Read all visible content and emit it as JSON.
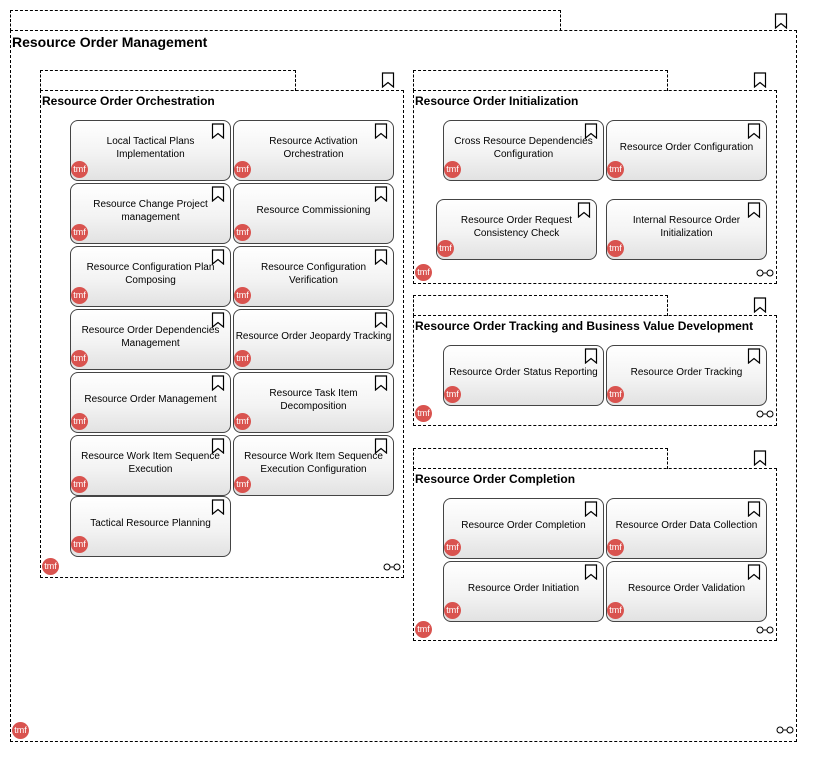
{
  "diagram": {
    "root": {
      "title": "Resource Order Management",
      "badge": "tmf"
    },
    "groups": {
      "orchestration": {
        "title": "Resource Order Orchestration",
        "badge": "tmf",
        "items": [
          "Local Tactical Plans Implementation",
          "Resource Activation Orchestration",
          "Resource Change Project management",
          "Resource Commissioning",
          "Resource Configuration Plan Composing",
          "Resource Configuration Verification",
          "Resource Order Dependencies Management",
          "Resource Order Jeopardy Tracking",
          "Resource Order Management",
          "Resource Task Item Decomposition",
          "Resource Work Item Sequence Execution",
          "Resource Work Item Sequence Execution Configuration",
          "Tactical Resource Planning"
        ]
      },
      "initialization": {
        "title": "Resource Order Initialization",
        "badge": "tmf",
        "items": [
          "Cross Resource Dependencies Configuration",
          "Resource Order Configuration",
          "Resource Order Request Consistency Check",
          "Internal Resource Order Initialization"
        ]
      },
      "tracking": {
        "title": "Resource Order Tracking and Business Value Development",
        "badge": "tmf",
        "items": [
          "Resource Order Status Reporting",
          "Resource Order Tracking"
        ]
      },
      "completion": {
        "title": "Resource Order Completion",
        "badge": "tmf",
        "items": [
          "Resource Order Completion",
          "Resource Order Data Collection",
          "Resource Order Initiation",
          "Resource Order Validation"
        ]
      }
    },
    "item_badge": "tmf",
    "colors": {
      "badge": "#d9534f",
      "card_border": "#444444",
      "card_fill_top": "#ffffff",
      "card_fill_bottom": "#e2e2e2"
    },
    "icons": {
      "group_marker": "bookmark-icon",
      "item_marker": "bookmark-icon",
      "aggregation": "link-icon"
    }
  }
}
